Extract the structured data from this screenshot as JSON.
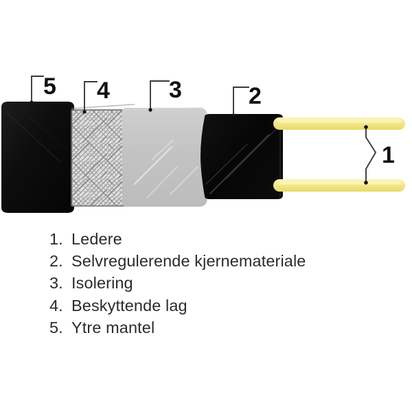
{
  "figure": {
    "type": "cross-section-cutaway-diagram",
    "subject": "self-regulating heating cable layered cutaway",
    "background_color": "#ffffff"
  },
  "callouts": [
    {
      "id": "callout-1",
      "number": "1",
      "target": "conductors",
      "leader_style": "zigzag-double"
    },
    {
      "id": "callout-2",
      "number": "2",
      "target": "core",
      "leader_style": "elbow"
    },
    {
      "id": "callout-3",
      "number": "3",
      "target": "insulation",
      "leader_style": "elbow-dot"
    },
    {
      "id": "callout-4",
      "number": "4",
      "target": "braid",
      "leader_style": "elbow-dot"
    },
    {
      "id": "callout-5",
      "number": "5",
      "target": "jacket",
      "leader_style": "elbow"
    }
  ],
  "layers": {
    "jacket": {
      "name": "Ytre mantel",
      "color": "#111111"
    },
    "braid": {
      "name": "Beskyttende lag",
      "color": "#d9d9d9",
      "pattern": "crosshatch-weave"
    },
    "insulation": {
      "name": "Isolering",
      "color": "#c4c4c4"
    },
    "core": {
      "name": "Selvregulerende kjernemateriale",
      "color": "#0a0a0a"
    },
    "conductors": {
      "name": "Ledere",
      "color": "#f2e88a"
    }
  },
  "legend": {
    "items": [
      {
        "number": "1.",
        "label": "Ledere"
      },
      {
        "number": "2.",
        "label": "Selvregulerende kjernemateriale"
      },
      {
        "number": "3.",
        "label": "Isolering"
      },
      {
        "number": "4.",
        "label": "Beskyttende lag"
      },
      {
        "number": "5.",
        "label": "Ytre mantel"
      }
    ]
  }
}
